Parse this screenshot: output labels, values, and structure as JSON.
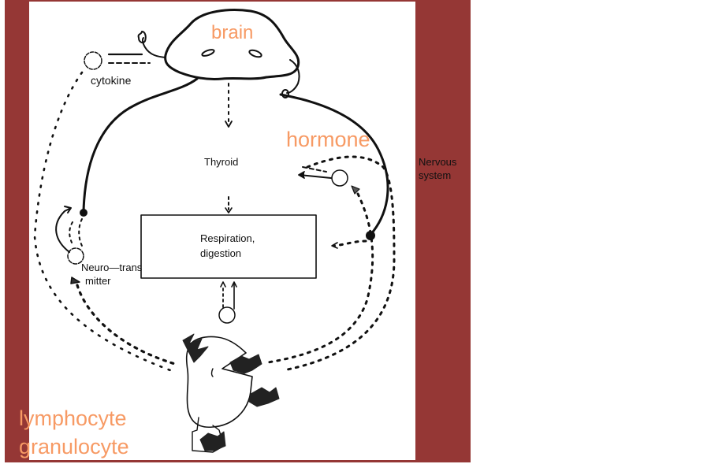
{
  "colors": {
    "frame": "#953735",
    "label_accent": "#F79A64",
    "ink": "#111111",
    "background": "#ffffff"
  },
  "labels": {
    "brain": "brain",
    "cytokine": "cytokine",
    "hormone": "hormone",
    "nervous_system_line1": "Nervous",
    "nervous_system_line2": "system",
    "thyroid": "Thyroid",
    "respiration_line1": "Respiration,",
    "respiration_line2": "digestion",
    "neurotransmitter_line1": "Neuro—trans",
    "neurotransmitter_line2": "mitter",
    "lymphocyte": "lymphocyte",
    "granulocyte": "granulocyte"
  },
  "diagram": {
    "nodes": [
      "brain",
      "thyroid",
      "respiration-digestion-box",
      "immune-cell",
      "cytokine-circle",
      "hormone-circle",
      "neurotransmitter-circle",
      "organ-circle"
    ],
    "connections": [
      {
        "from": "brain",
        "to": "thyroid",
        "style": "dashed"
      },
      {
        "from": "thyroid",
        "to": "respiration-digestion-box",
        "style": "dashed"
      },
      {
        "from": "brain",
        "to": "left-nerve-ending",
        "style": "solid"
      },
      {
        "from": "brain",
        "to": "right-nerve-ending",
        "style": "solid"
      },
      {
        "from": "immune-cell",
        "to": "cytokine-circle",
        "style": "dotted"
      },
      {
        "from": "immune-cell",
        "to": "neurotransmitter-circle",
        "style": "dotted"
      },
      {
        "from": "immune-cell",
        "to": "hormone-circle",
        "style": "dotted"
      },
      {
        "from": "organ-circle",
        "to": "respiration-digestion-box",
        "style": "mixed"
      }
    ]
  }
}
